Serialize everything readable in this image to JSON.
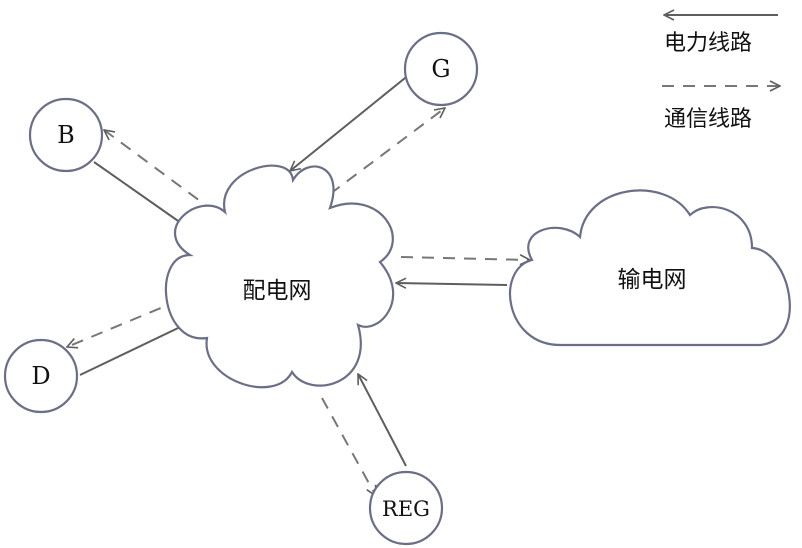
{
  "legend": {
    "power_line_label": "电力线路",
    "comm_line_label": "通信线路"
  },
  "clouds": {
    "distribution": "配电网",
    "transmission": "输电网"
  },
  "nodes": {
    "b": "B",
    "g": "G",
    "d": "D",
    "reg": "REG"
  },
  "colors": {
    "outline": "#6b6f86",
    "power_line": "#5e5e5e",
    "comm_line": "#777777"
  }
}
